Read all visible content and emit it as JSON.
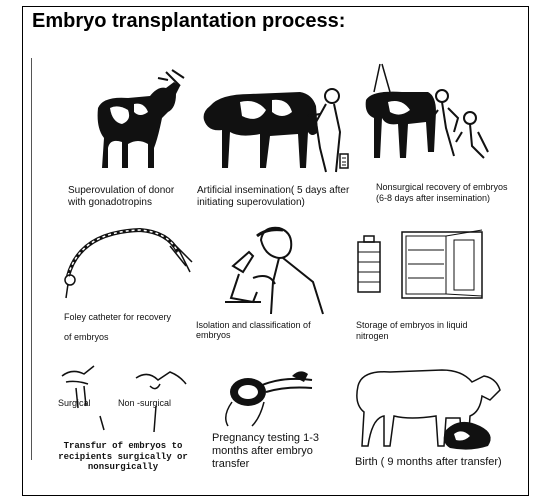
{
  "title": "Embryo transplantation process:",
  "steps": [
    {
      "label": "Superovulation of donor\nwith gonadotropins"
    },
    {
      "label": "Artificial insemination( 5 days after\ninitiating superovulation)"
    },
    {
      "label": "Nonsurgical recovery of embryos\n(6-8 days after insemination)"
    },
    {
      "label": "Foley catheter for recovery\n\nof embryos"
    },
    {
      "label": "Isolation and classification of\nembryos"
    },
    {
      "label": "Storage of embryos in liquid\nnitrogen"
    },
    {
      "label": "Transfur of embryos to\nrecipients surgically or\nnonsurgically"
    },
    {
      "label": "Pregnancy testing 1-3\nmonths after embryo\ntransfer"
    },
    {
      "label": "Birth ( 9 months after transfer)"
    }
  ],
  "sublabels": {
    "surgical": "Surgical",
    "nonsurgical": "Non -surgical"
  },
  "icons": [
    "cow-injection-icon",
    "cow-insemination-icon",
    "cow-recovery-icon",
    "foley-catheter-icon",
    "microscope-icon",
    "nitrogen-storage-icon",
    "transfer-icon",
    "pregnancy-test-icon",
    "birth-icon"
  ]
}
